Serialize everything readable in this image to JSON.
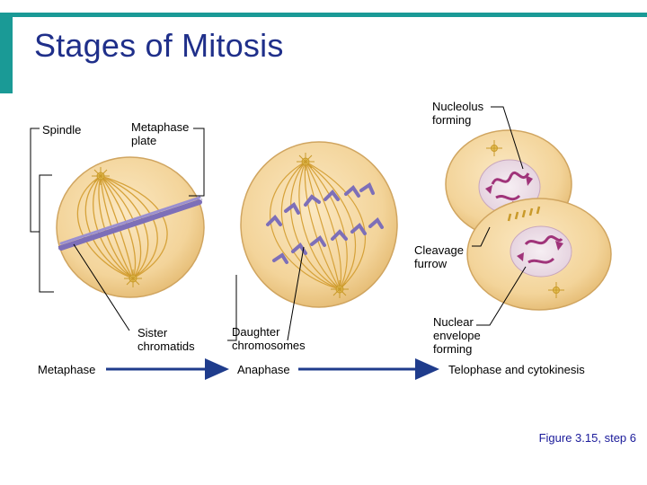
{
  "slide": {
    "title": "Stages of Mitosis",
    "figure_ref": "Figure 3.15, step 6"
  },
  "labels": {
    "spindle": "Spindle",
    "metaphase_plate_line1": "Metaphase",
    "metaphase_plate_line2": "plate",
    "nucleolus_line1": "Nucleolus",
    "nucleolus_line2": "forming",
    "cleavage_line1": "Cleavage",
    "cleavage_line2": "furrow",
    "sister_line1": "Sister",
    "sister_line2": "chromatids",
    "daughter_line1": "Daughter",
    "daughter_line2": "chromosomes",
    "nuclear_line1": "Nuclear",
    "nuclear_line2": "envelope",
    "nuclear_line3": "forming"
  },
  "stages": {
    "metaphase": "Metaphase",
    "anaphase": "Anaphase",
    "telophase": "Telophase and cytokinesis"
  },
  "colors": {
    "frame": "#1a9a96",
    "title": "#1f2f8a",
    "cell_fill": "#f3d49a",
    "spindle": "#d6a23a",
    "chromosome": "#7d6fb8",
    "nucleus_chromatin": "#a0347a",
    "arrow": "#1f3c8c",
    "figure_ref": "#1a1a9a"
  }
}
